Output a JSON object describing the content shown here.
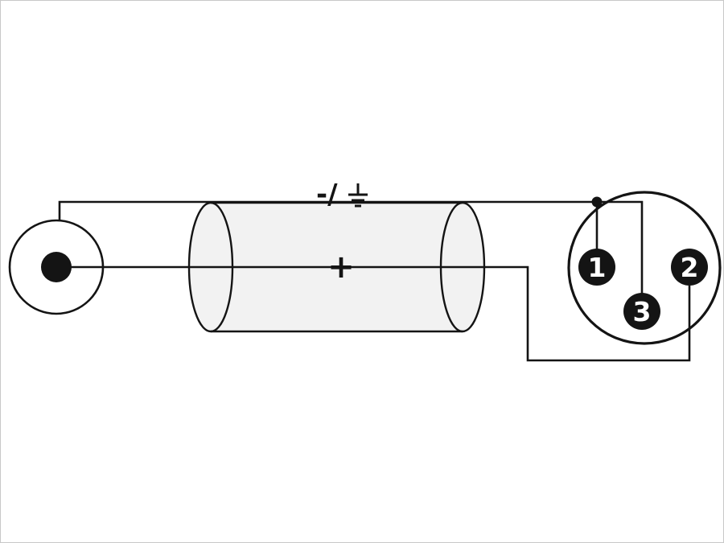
{
  "diagram": {
    "labels": {
      "shield_wire": "-/",
      "signal_wire": "+"
    },
    "xlr_pins": [
      {
        "number": "1"
      },
      {
        "number": "2"
      },
      {
        "number": "3"
      }
    ],
    "icons": {
      "earth_ground": "earth-ground-icon",
      "rca_connector": "rca-connector",
      "xlr_connector": "xlr-connector",
      "cable_sleeve": "cable-sleeve"
    },
    "colors": {
      "line": "#141414",
      "background": "#ffffff",
      "cable_fill": "#f2f2f2",
      "pin_fill": "#141414",
      "pin_text": "#ffffff",
      "border": "#c8c8c8"
    }
  }
}
